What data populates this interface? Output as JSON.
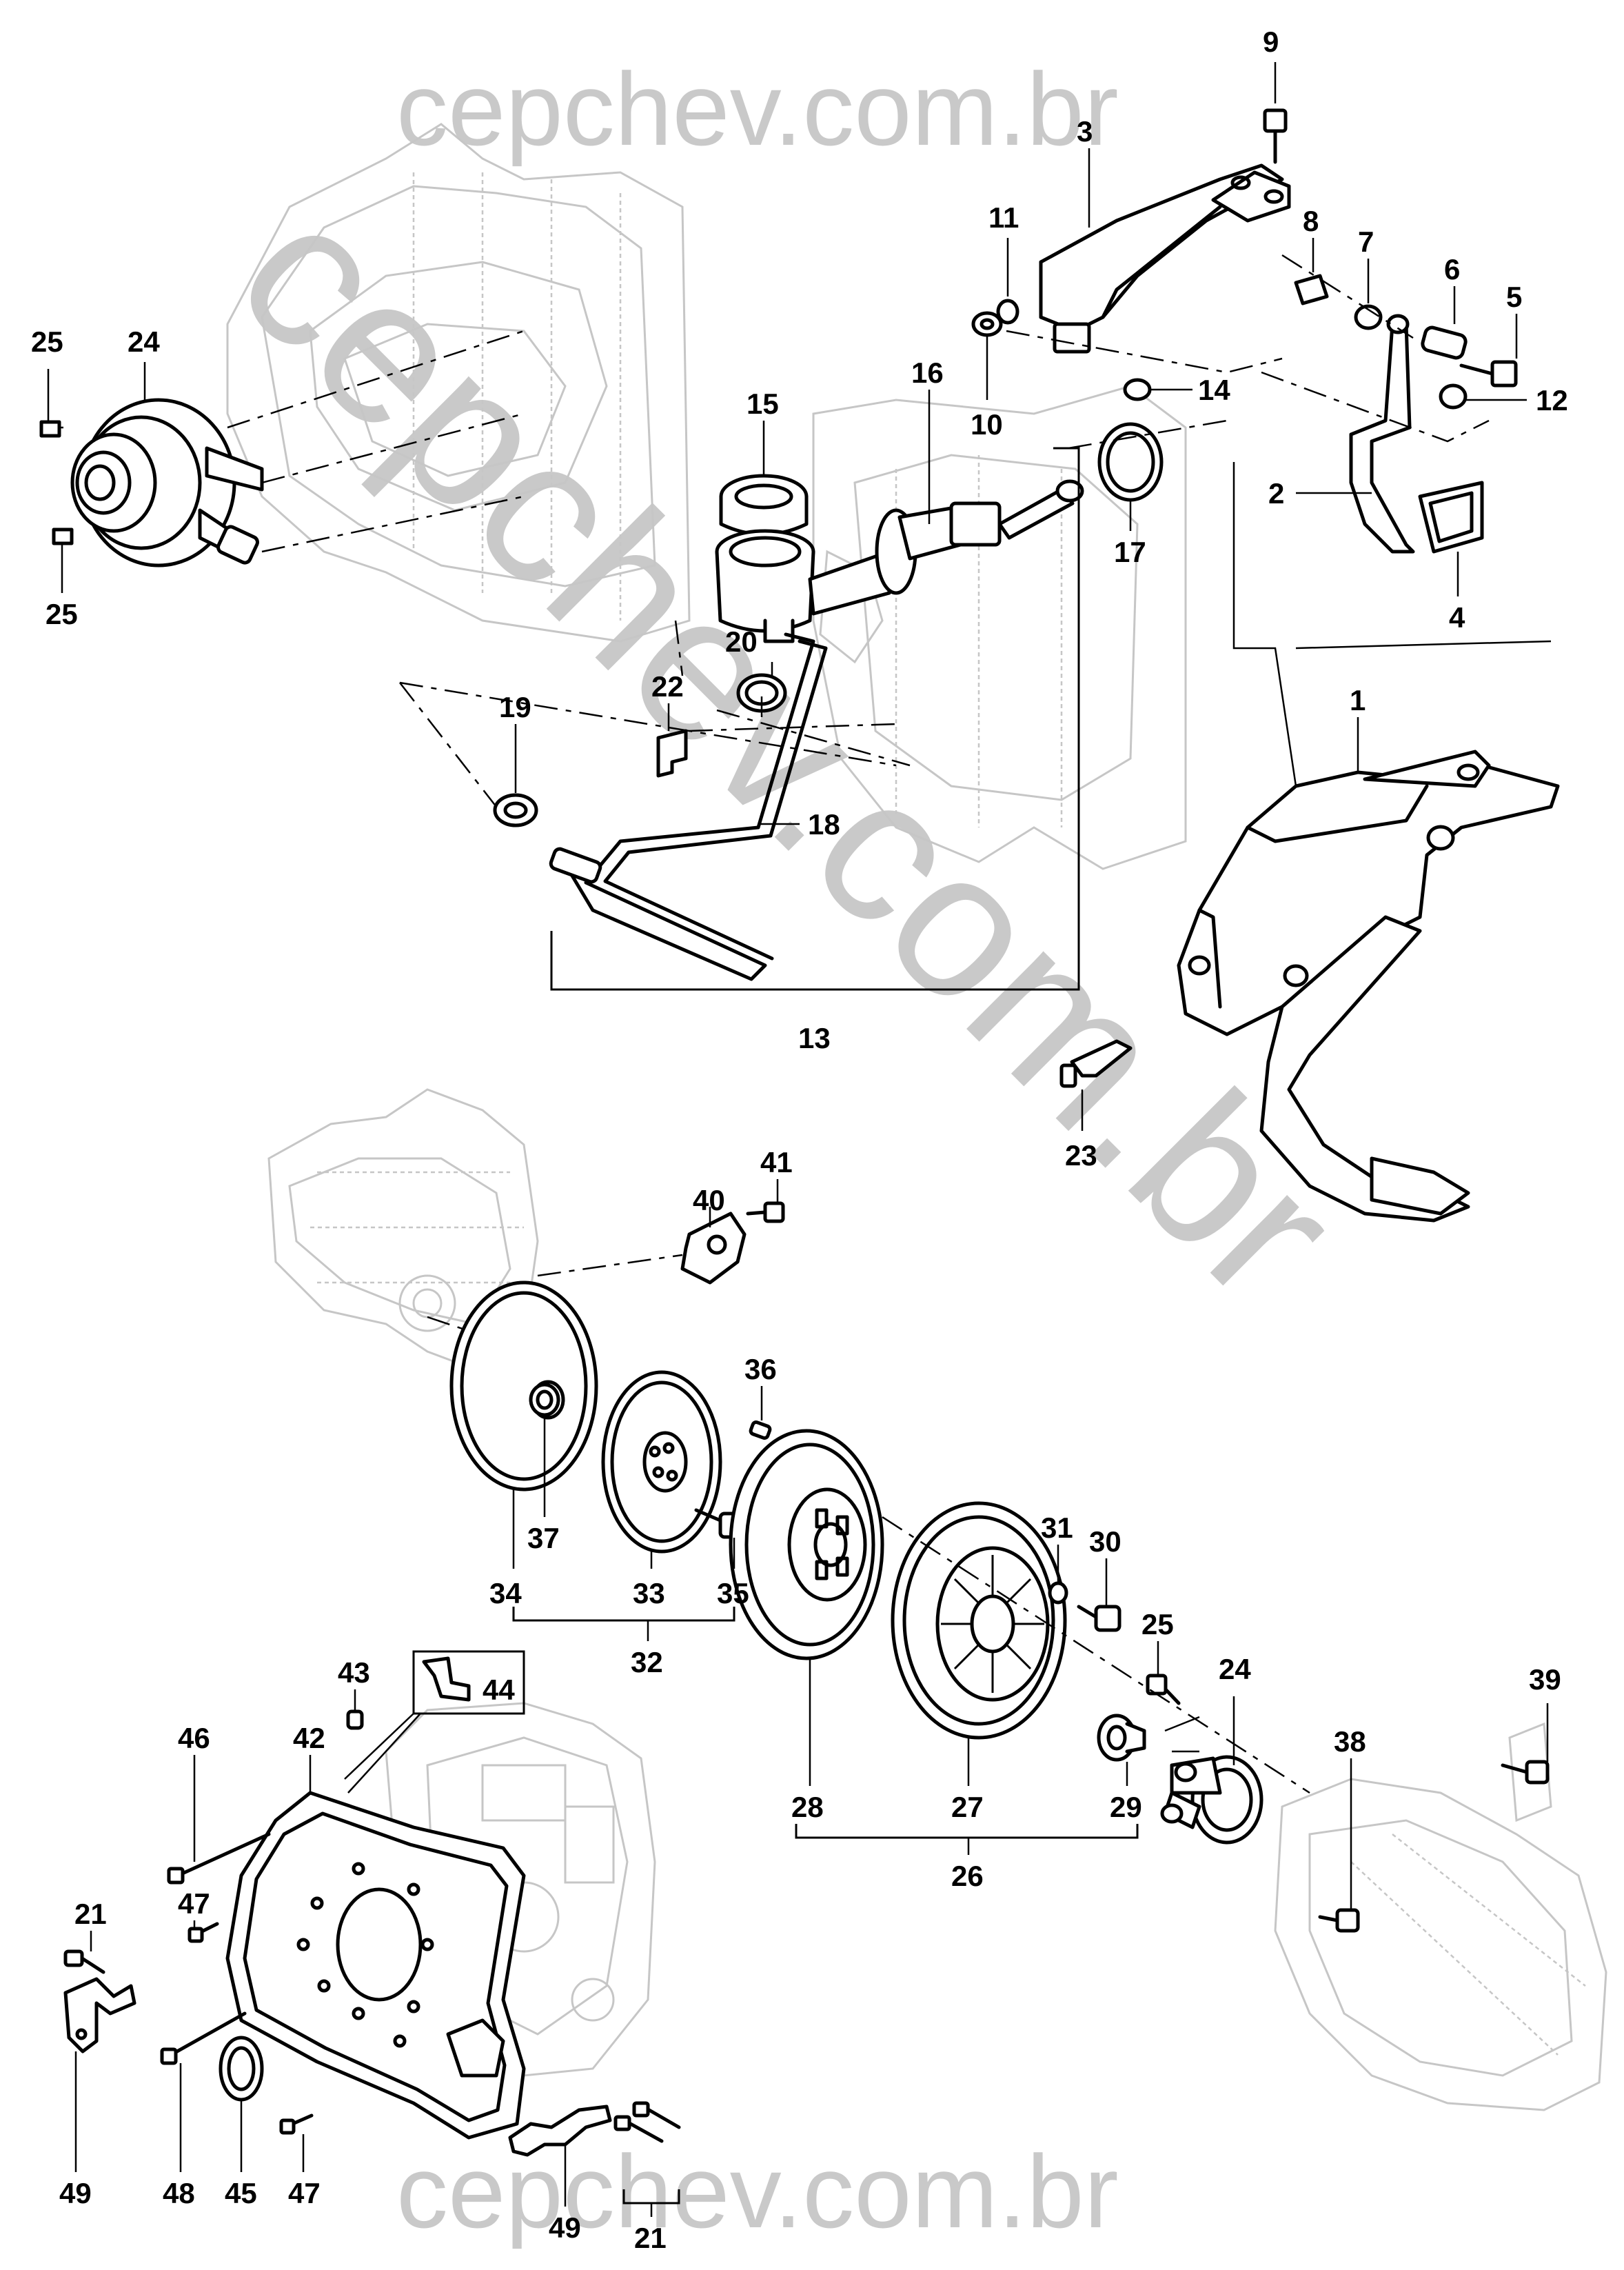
{
  "watermarks": {
    "top": "cepchev.com.br",
    "bottom": "cepchev.com.br",
    "diagonal": "cepchev.com.br"
  },
  "callouts": {
    "c1": "1",
    "c2": "2",
    "c3": "3",
    "c4": "4",
    "c5": "5",
    "c6": "6",
    "c7": "7",
    "c8": "8",
    "c9": "9",
    "c10": "10",
    "c11": "11",
    "c12": "12",
    "c13": "13",
    "c14": "14",
    "c15": "15",
    "c16": "16",
    "c17": "17",
    "c18": "18",
    "c19": "19",
    "c20": "20",
    "c21a": "21",
    "c21b": "21",
    "c22": "22",
    "c23": "23",
    "c24a": "24",
    "c24b": "24",
    "c25a": "25",
    "c25b": "25",
    "c25c": "25",
    "c26": "26",
    "c27": "27",
    "c28": "28",
    "c29": "29",
    "c30": "30",
    "c31": "31",
    "c32": "32",
    "c33": "33",
    "c34": "34",
    "c35": "35",
    "c36": "36",
    "c37": "37",
    "c38": "38",
    "c39": "39",
    "c40": "40",
    "c41": "41",
    "c42": "42",
    "c43": "43",
    "c44": "44",
    "c45": "45",
    "c46": "46",
    "c47a": "47",
    "c47b": "47",
    "c48": "48",
    "c49a": "49",
    "c49b": "49"
  }
}
